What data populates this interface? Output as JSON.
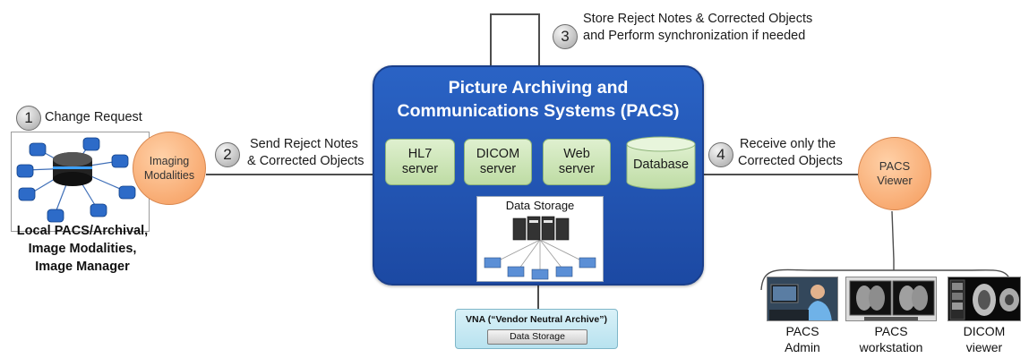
{
  "steps": {
    "s1": {
      "num": "1",
      "text": "Change Request"
    },
    "s2": {
      "num": "2",
      "line1": "Send Reject Notes",
      "line2": "& Corrected Objects"
    },
    "s3": {
      "num": "3",
      "line1": "Store Reject Notes & Corrected Objects",
      "line2": "and Perform synchronization if needed"
    },
    "s4": {
      "num": "4",
      "line1": "Receive only the",
      "line2": "Corrected Objects"
    }
  },
  "left": {
    "node_line1": "Imaging",
    "node_line2": "Modalities",
    "caption_line1": "Local PACS/Archival,",
    "caption_line2": "Image Modalities,",
    "caption_line3": "Image Manager"
  },
  "pacs": {
    "title_line1": "Picture Archiving and",
    "title_line2": "Communications Systems (PACS)",
    "servers": [
      {
        "line1": "HL7",
        "line2": "server"
      },
      {
        "line1": "DICOM",
        "line2": "server"
      },
      {
        "line1": "Web",
        "line2": "server"
      }
    ],
    "database": "Database",
    "storage_title": "Data Storage"
  },
  "vna": {
    "title": "VNA (“Vendor Neutral Archive”)",
    "button": "Data Storage"
  },
  "viewer": {
    "node_line1": "PACS",
    "node_line2": "Viewer",
    "clients": [
      {
        "line1": "PACS",
        "line2": "Admin"
      },
      {
        "line1": "PACS",
        "line2": "workstation"
      },
      {
        "line1": "DICOM",
        "line2": "viewer"
      }
    ]
  },
  "colors": {
    "pacs_blue": "#2a63c5",
    "server_green": "#bedca4",
    "node_orange": "#f7a56a",
    "vna_cyan": "#b8e2ef"
  }
}
